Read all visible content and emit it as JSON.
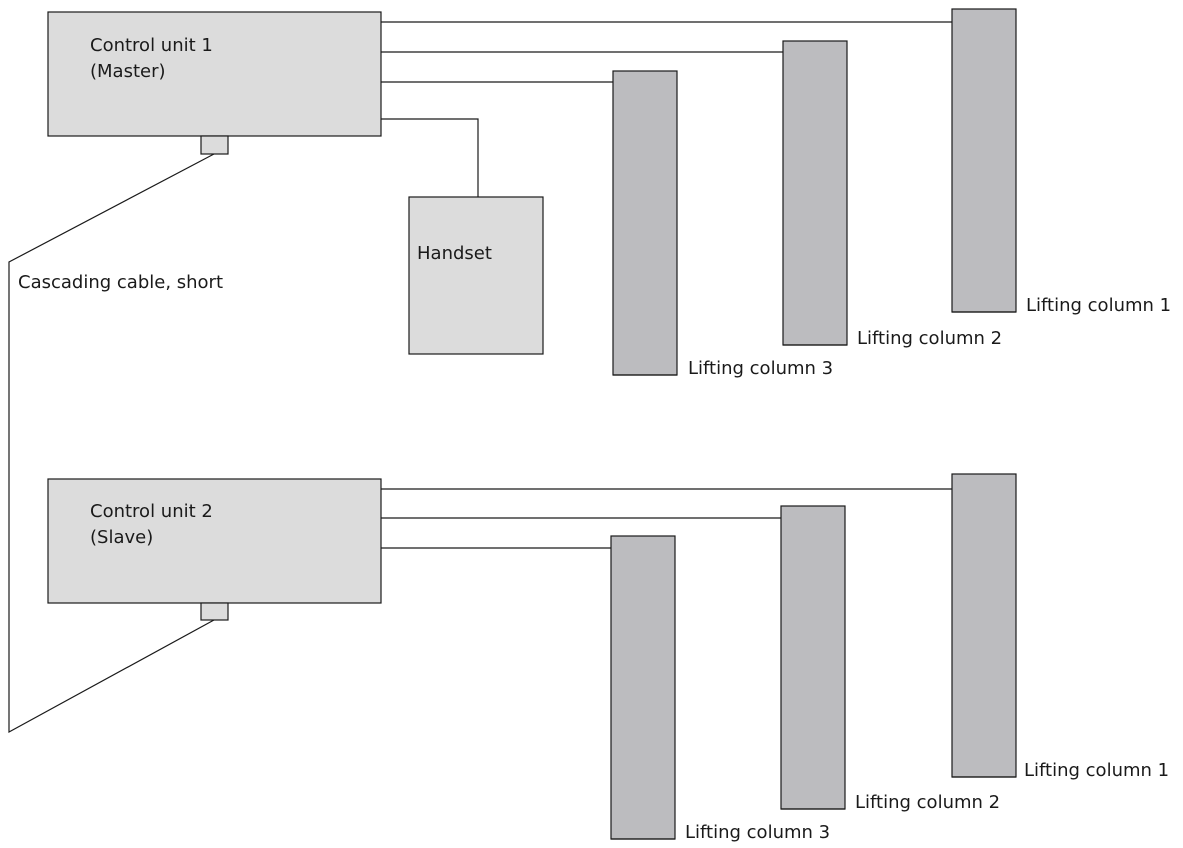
{
  "control_unit_1": {
    "line1": "Control unit 1",
    "line2": "(Master)"
  },
  "control_unit_2": {
    "line1": "Control unit 2",
    "line2": "(Slave)"
  },
  "handset": {
    "label": "Handset"
  },
  "cascading_cable": {
    "label": "Cascading cable, short"
  },
  "group_1_columns": [
    {
      "label": "Lifting column 1"
    },
    {
      "label": "Lifting column 2"
    },
    {
      "label": "Lifting column 3"
    }
  ],
  "group_2_columns": [
    {
      "label": "Lifting column 1"
    },
    {
      "label": "Lifting column 2"
    },
    {
      "label": "Lifting column 3"
    }
  ],
  "colors": {
    "unit_fill": "#dcdcdc",
    "column_fill": "#bcbcbf",
    "line": "#1a1a1a"
  }
}
